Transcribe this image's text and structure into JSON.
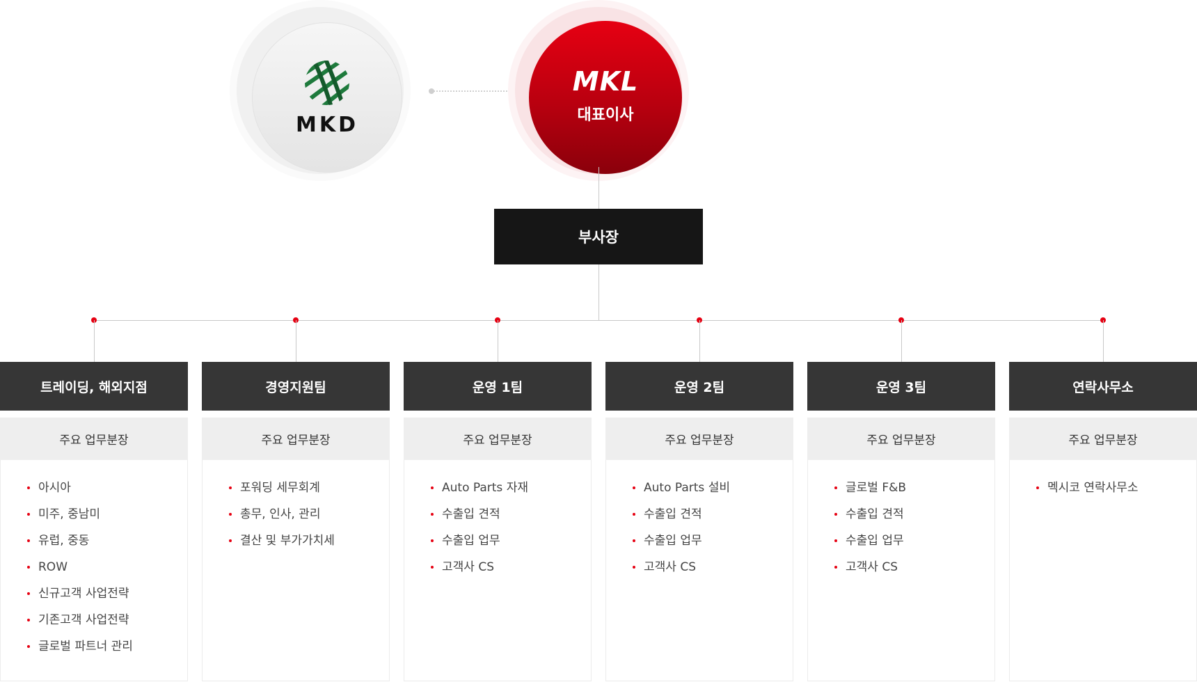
{
  "colors": {
    "accent_red": "#e60012",
    "dept_header_bg": "#363636",
    "vp_box_bg": "#161616",
    "subheader_bg": "#eeeeee",
    "line_gray": "#c8c8c8",
    "mkd_green": "#1e7a3c"
  },
  "affiliate": {
    "name": "MKD",
    "icon": "mkd-globe-logo-icon"
  },
  "ceo": {
    "company": "MKL",
    "title": "대표이사",
    "icon": "mkl-logo-icon"
  },
  "vice_president": {
    "title": "부사장"
  },
  "departments": [
    {
      "name": "트레이딩, 해외지점",
      "section_label": "주요 업무분장",
      "duties": [
        "아시아",
        "미주, 중남미",
        "유럽, 중동",
        "ROW",
        "신규고객 사업전략",
        "기존고객 사업전략",
        "글로벌 파트너 관리"
      ]
    },
    {
      "name": "경영지원팀",
      "section_label": "주요 업무분장",
      "duties": [
        "포워딩 세무회계",
        "총무, 인사, 관리",
        "결산 및 부가가치세"
      ]
    },
    {
      "name": "운영 1팀",
      "section_label": "주요 업무분장",
      "duties": [
        "Auto Parts 자재",
        "수출입 견적",
        "수출입 업무",
        "고객사 CS"
      ]
    },
    {
      "name": "운영 2팀",
      "section_label": "주요 업무분장",
      "duties": [
        "Auto Parts 설비",
        "수출입 견적",
        "수출입 업무",
        "고객사 CS"
      ]
    },
    {
      "name": "운영 3팀",
      "section_label": "주요 업무분장",
      "duties": [
        "글로벌 F&B",
        "수출입 견적",
        "수출입 업무",
        "고객사 CS"
      ]
    },
    {
      "name": "연락사무소",
      "section_label": "주요 업무분장",
      "duties": [
        "멕시코 연락사무소"
      ]
    }
  ]
}
